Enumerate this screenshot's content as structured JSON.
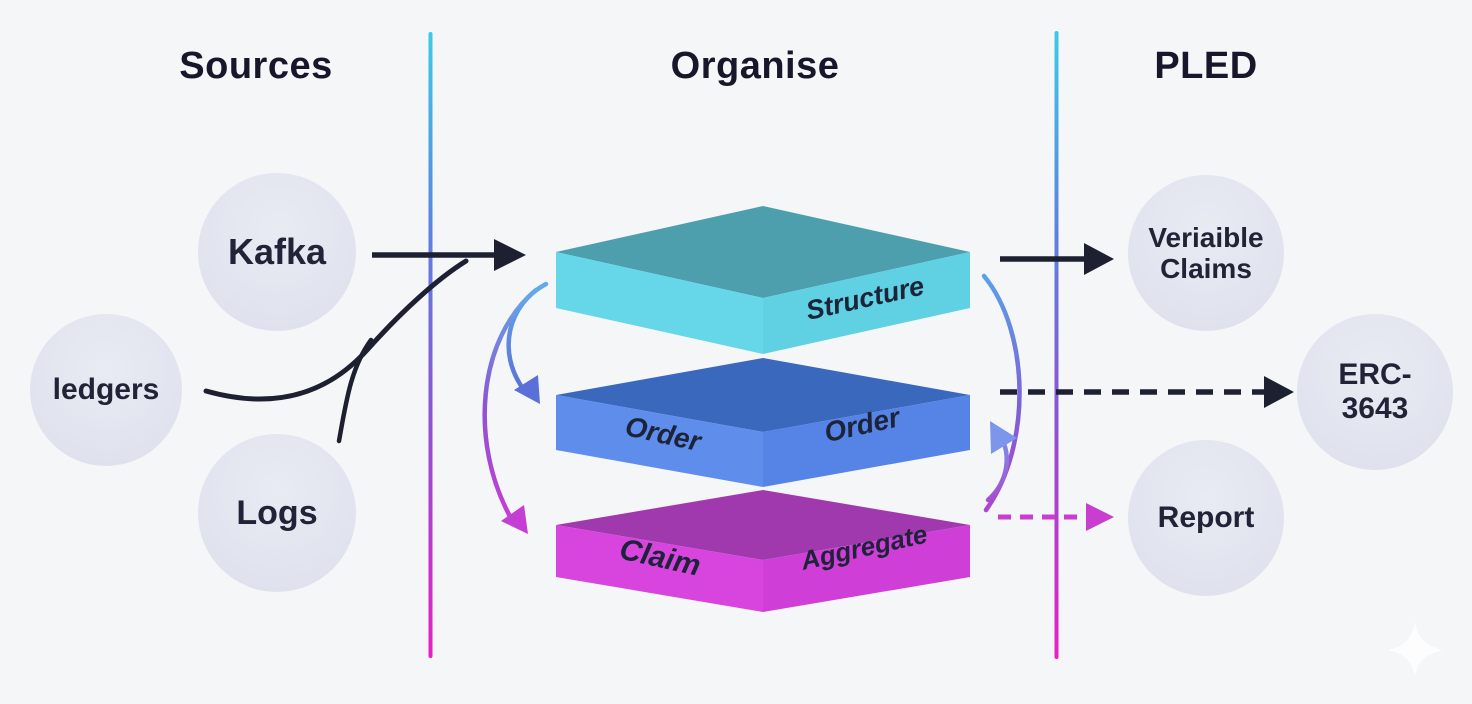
{
  "headings": {
    "sources": "Sources",
    "organise": "Organise",
    "pled": "PLED"
  },
  "source_nodes": {
    "kafka": "Kafka",
    "ledgers": "ledgers",
    "logs": "Logs"
  },
  "stack": {
    "structure": {
      "right_label": "Structure",
      "top_color": "#4d9fae",
      "left_color": "#66d7e8",
      "right_color": "#60d0e3"
    },
    "order": {
      "left_label": "Order",
      "right_label": "Order",
      "top_color": "#3a68bd",
      "left_color": "#5e8deb",
      "right_color": "#5584e6"
    },
    "claim": {
      "left_label": "Claim",
      "right_label": "Aggregate",
      "top_color": "#a039ae",
      "left_color": "#d845de",
      "right_color": "#cf3ed6"
    }
  },
  "pled_nodes": {
    "verifiable_claims": {
      "line1": "Veriaible",
      "line2": "Claims"
    },
    "erc3643": {
      "line1": "ERC-",
      "line2": "3643"
    },
    "report": {
      "line1": "Report"
    }
  },
  "colors": {
    "background": "#f5f6f8",
    "circle_fill": "#e2e4ee",
    "heading_text": "#17172b",
    "arrow_black": "#1c2030",
    "dashed_magenta": "#c93ecf",
    "divider_gradient_top": "#3cc9e9",
    "divider_gradient_middle": "#5b82e0",
    "divider_gradient_bottom": "#e81fc8"
  }
}
